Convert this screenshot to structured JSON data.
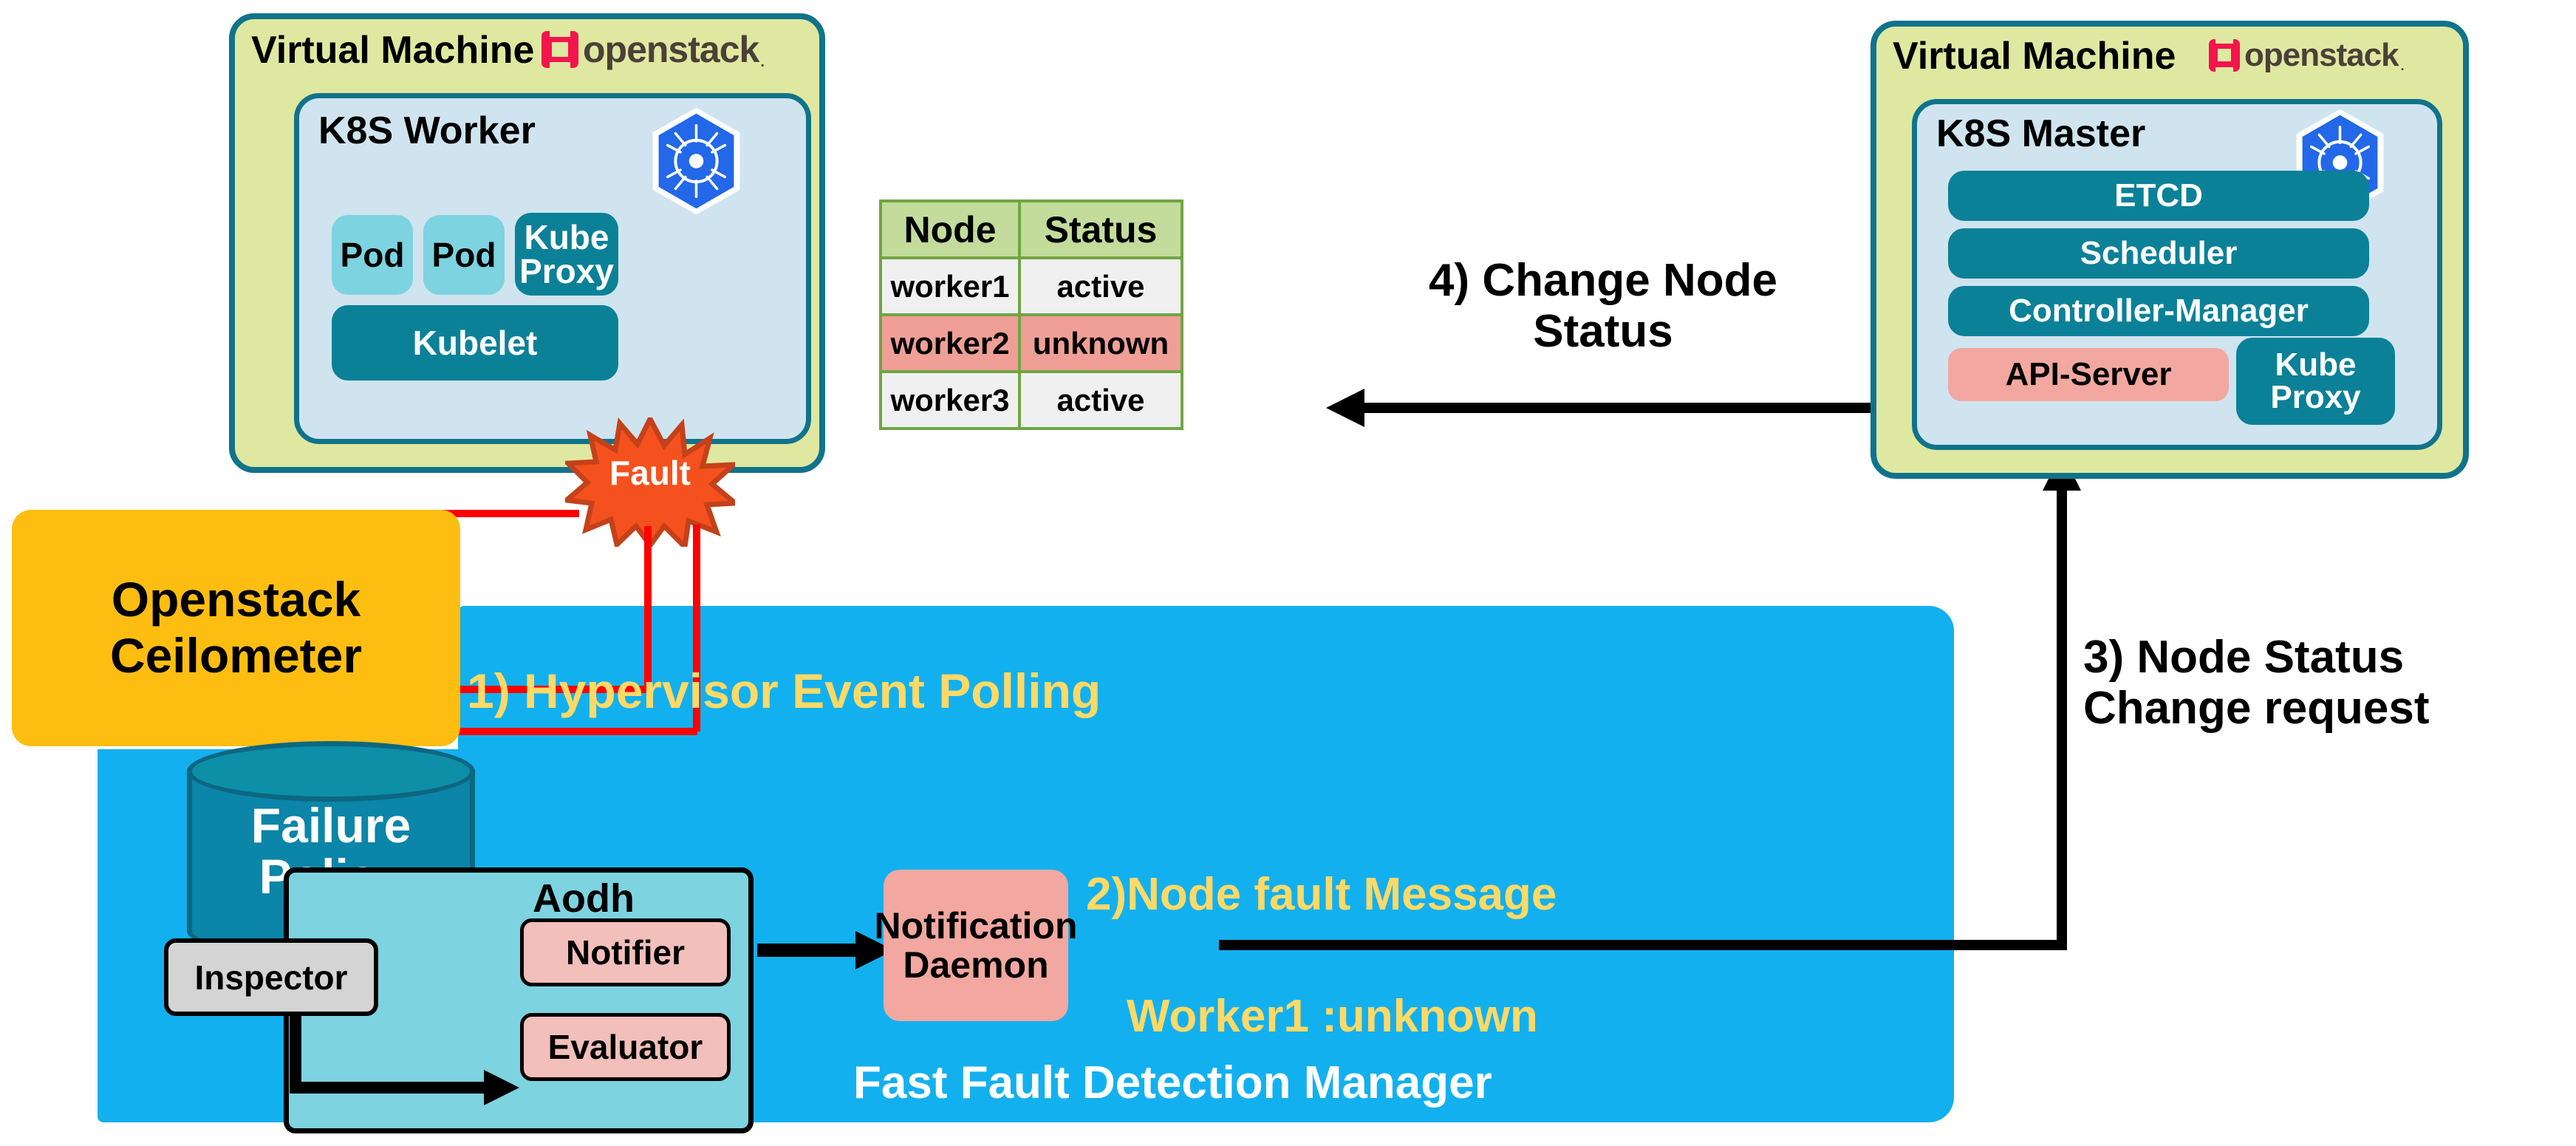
{
  "worker_vm": {
    "title": "Virtual Machine",
    "logo_word": "openstack",
    "k8s_title": "K8S Worker",
    "pods": [
      "Pod",
      "Pod"
    ],
    "kube_proxy": "Kube\nProxy",
    "kubelet": "Kubelet"
  },
  "master_vm": {
    "title": "Virtual Machine",
    "logo_word": "openstack",
    "k8s_title": "K8S Master",
    "components": [
      "ETCD",
      "Scheduler",
      "Controller-Manager"
    ],
    "api_server": "API-Server",
    "kube_proxy": "Kube\nProxy"
  },
  "fault_badge": {
    "label": "Fault"
  },
  "node_table": {
    "headers": [
      "Node",
      "Status"
    ],
    "rows": [
      {
        "node": "worker1",
        "status": "active",
        "alert": false
      },
      {
        "node": "worker2",
        "status": "unknown",
        "alert": true
      },
      {
        "node": "worker3",
        "status": "active",
        "alert": false
      }
    ]
  },
  "steps": {
    "step1": "1) Hypervisor Event Polling",
    "step2": "2)Node fault Message",
    "step2_payload": "Worker1 :unknown",
    "step3": "3) Node Status\nChange request",
    "step4": "4)  Change Node\nStatus"
  },
  "ceilometer": {
    "label": "Openstack\nCeilometer"
  },
  "ffdm": {
    "title": "Fast Fault Detection Manager",
    "policy_store": "Failure\nPolicy",
    "inspector": "Inspector",
    "aodh_title": "Aodh",
    "aodh_items": [
      "Notifier",
      "Evaluator"
    ],
    "notification_daemon": "Notification\nDaemon"
  },
  "colors": {
    "vm_fill": "#dfe8a0",
    "vm_border": "#10738c",
    "k8s_fill": "#cfe4ef",
    "teal": "#0b8198",
    "pod": "#7dd3e0",
    "pink": "#f2a8a0",
    "ffdm_blue": "#13b0ef",
    "ceilometer_yellow": "#fdbe11",
    "accent_yellow": "#ffd966",
    "fault_orange": "#f4511e",
    "red_line": "#fe0000",
    "table_header": "#c3dc9b",
    "table_border": "#70a544",
    "alert_row": "#ef9f96"
  }
}
